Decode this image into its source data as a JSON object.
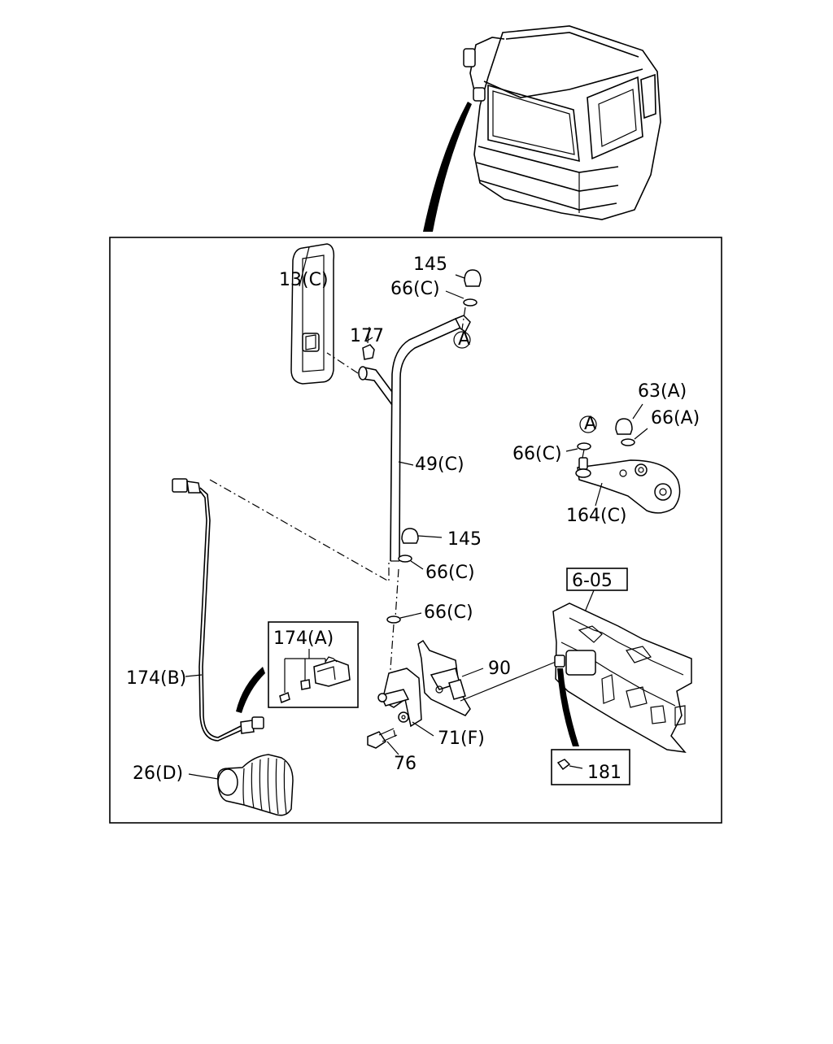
{
  "labels": {
    "p145_top": "145",
    "p66c_top": "66(C)",
    "p13c": "13(C)",
    "p177": "177",
    "circle_a_top": "A",
    "p63a": "63(A)",
    "circle_a_right": "A",
    "p66a": "66(A)",
    "p66c_right": "66(C)",
    "p49c": "49(C)",
    "p164c": "164(C)",
    "p145_mid": "145",
    "p66c_mid": "66(C)",
    "ref_605": "6-05",
    "p66c_low": "66(C)",
    "p174a": "174(A)",
    "p174b": "174(B)",
    "p90": "90",
    "p71f": "71(F)",
    "p76": "76",
    "p181": "181",
    "p26d": "26(D)"
  }
}
